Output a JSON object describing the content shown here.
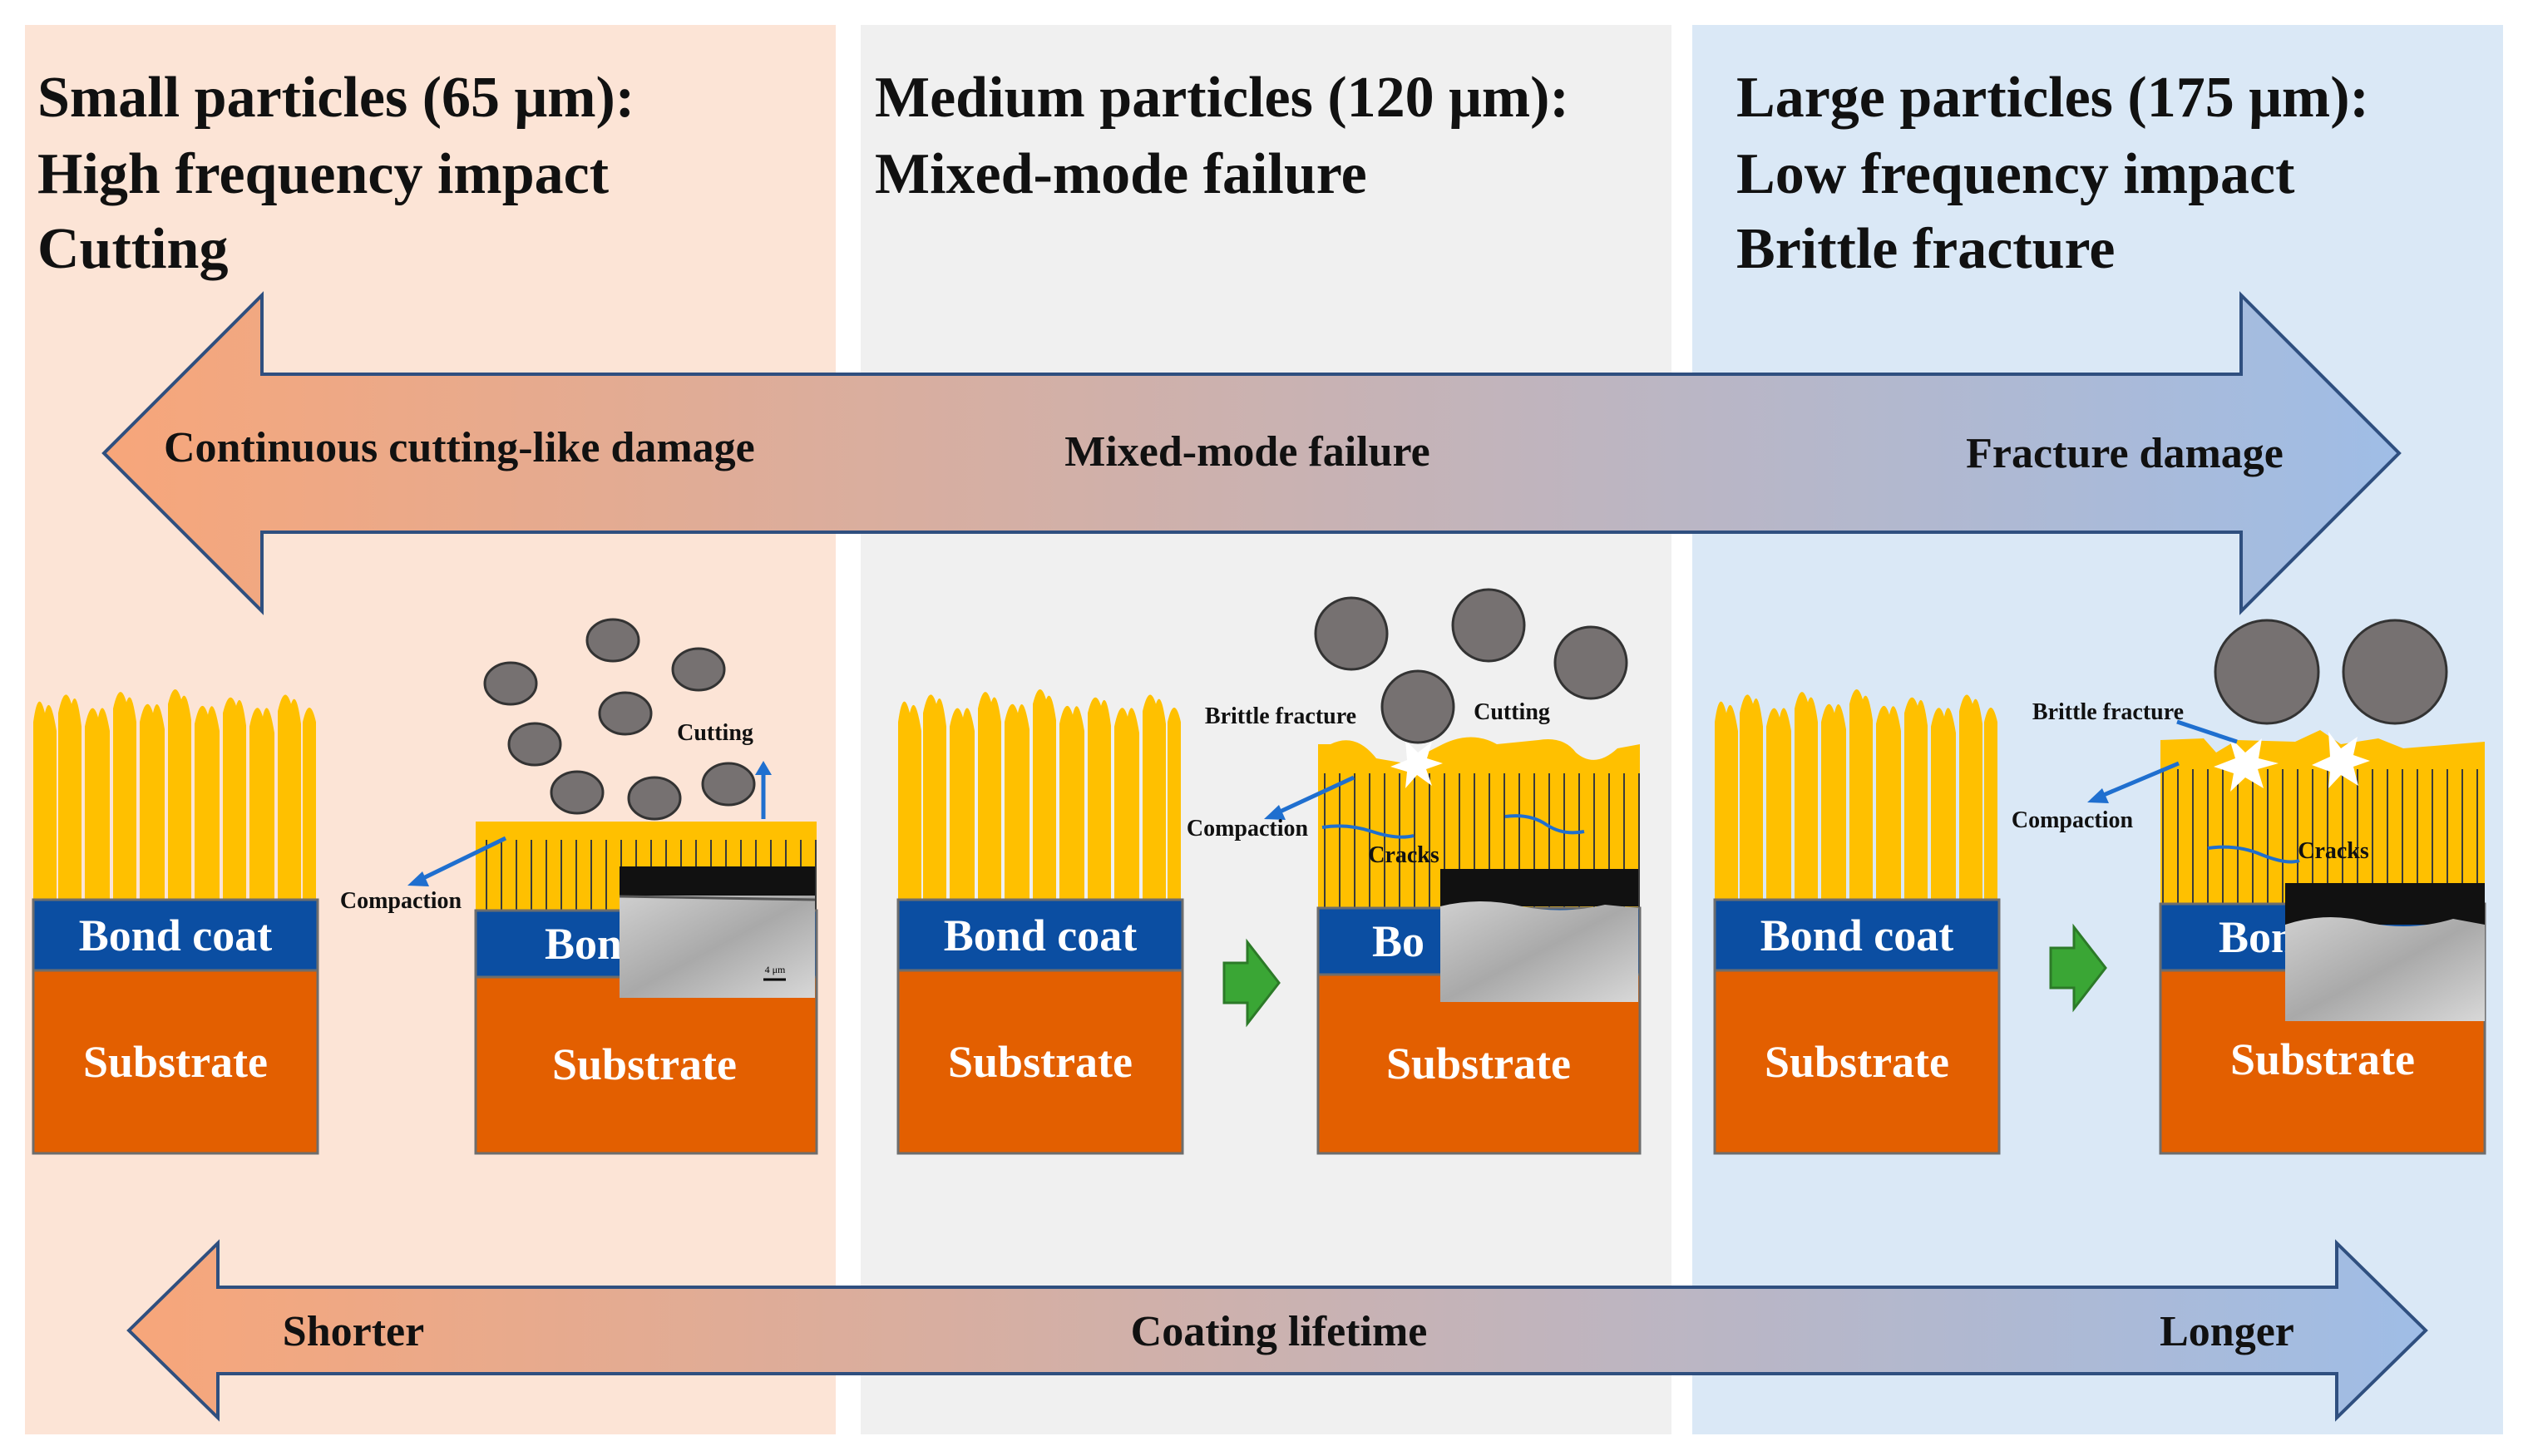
{
  "panels": [
    {
      "id": "small",
      "title_lines": [
        "Small particles (65 μm):",
        "High frequency impact",
        "Cutting"
      ],
      "color": "#fce4d6"
    },
    {
      "id": "medium",
      "title_lines": [
        "Medium particles (120 μm):",
        "Mixed-mode failure"
      ],
      "color": "#f0f0f0"
    },
    {
      "id": "large",
      "title_lines": [
        "Large particles (175 μm):",
        "Low frequency impact",
        "Brittle fracture"
      ],
      "color": "#dae8f6"
    }
  ],
  "damage_arrow": {
    "left_label": "Continuous cutting-like damage",
    "center_label": "Mixed-mode failure",
    "right_label": "Fracture damage",
    "color_left": "#f7a67a",
    "color_right": "#9fbde6"
  },
  "lifetime_arrow": {
    "left_label": "Shorter",
    "center_label": "Coating lifetime",
    "right_label": "Longer"
  },
  "coating": {
    "bond_coat_label": "Bond coat",
    "bond_coat_truncated": "Bon",
    "bond_coat_truncated_medium": "Bo",
    "substrate_label": "Substrate",
    "bond_color": "#0b4ea2",
    "substrate_color": "#e35f00",
    "topcoat_color": "#ffc000",
    "particle_color": "#767171",
    "annotation_arrow_color": "#1f6fcf",
    "transition_arrow_color": "#3aa635"
  },
  "annotations": {
    "small": {
      "cutting": "Cutting",
      "compaction": "Compaction",
      "scale": "4 μm"
    },
    "medium": {
      "brittle": "Brittle fracture",
      "cutting": "Cutting",
      "compaction": "Compaction",
      "cracks": "Cracks"
    },
    "large": {
      "brittle": "Brittle fracture",
      "compaction": "Compaction",
      "cracks": "Cracks"
    }
  }
}
